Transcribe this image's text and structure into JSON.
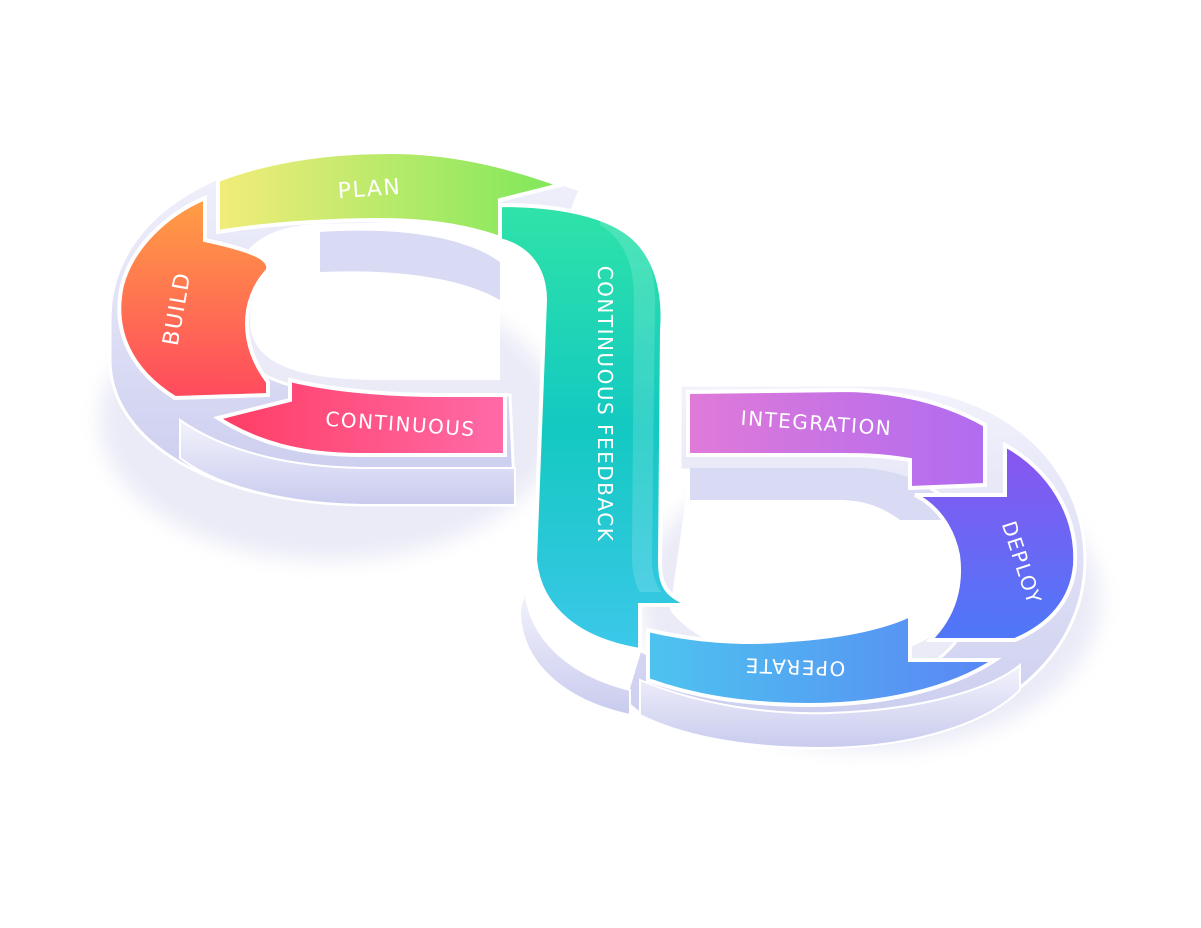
{
  "diagram": {
    "segments": {
      "plan": "PLAN",
      "build": "BUILD",
      "continuous": "CONTINUOUS",
      "continuous_feedback": "CONTINUOUS FEEDBACK",
      "integration": "INTEGRATION",
      "deploy": "DEPLOY",
      "operate": "OPERATE"
    },
    "colors": {
      "plan": [
        "#f2ec7a",
        "#7ee85a"
      ],
      "build": [
        "#ff9f43",
        "#ff4a5e"
      ],
      "continuous": [
        "#ff3d64",
        "#ff6aa8"
      ],
      "continuous_feedback": [
        "#2fe3a8",
        "#3cc8ea"
      ],
      "integration": [
        "#e07ad8",
        "#b06cf0"
      ],
      "deploy": [
        "#8a55f0",
        "#4d78f8"
      ],
      "operate": [
        "#4ec3ef",
        "#5a86f5"
      ],
      "rim": "#e2e3f6",
      "rim_shadow": "#c7c8ea"
    }
  }
}
